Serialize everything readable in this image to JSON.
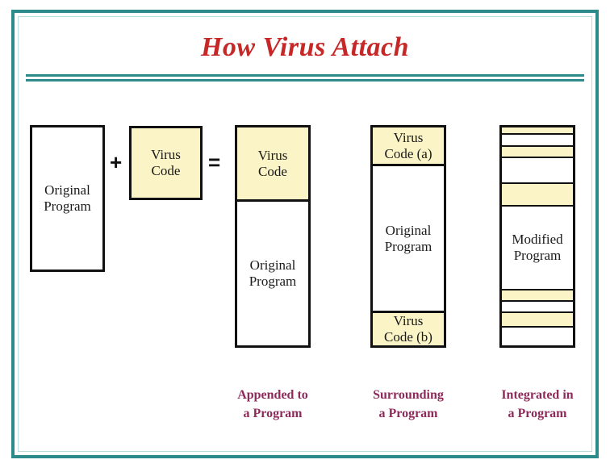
{
  "slide": {
    "title": "How Virus Attach",
    "title_color": "#c62828",
    "frame_color": "#2d8b8b",
    "rule_color": "#2d8b8b",
    "caption_color": "#8e2a5a",
    "virus_fill": "#faf4c6",
    "program_fill": "#ffffff",
    "outline_color": "#111111"
  },
  "operators": {
    "plus": "+",
    "equals": "="
  },
  "columns": [
    {
      "id": "original-program",
      "segments": [
        {
          "label": "Original\nProgram",
          "line1": "Original",
          "line2": "Program",
          "fill": "white"
        }
      ]
    },
    {
      "id": "virus-code",
      "segments": [
        {
          "label": "Virus\nCode",
          "line1": "Virus",
          "line2": "Code",
          "fill": "yellow"
        }
      ]
    },
    {
      "id": "appended",
      "caption_line1": "Appended to",
      "caption_line2": "a Program",
      "segments": [
        {
          "line1": "Virus",
          "line2": "Code",
          "fill": "yellow"
        },
        {
          "line1": "Original",
          "line2": "Program",
          "fill": "white"
        }
      ]
    },
    {
      "id": "surrounding",
      "caption_line1": "Surrounding",
      "caption_line2": "a Program",
      "segments": [
        {
          "line1": "Virus",
          "line2": "Code (a)",
          "fill": "yellow"
        },
        {
          "line1": "Original",
          "line2": "Program",
          "fill": "white"
        },
        {
          "line1": "Virus",
          "line2": "Code (b)",
          "fill": "yellow"
        }
      ]
    },
    {
      "id": "integrated",
      "caption_line1": "Integrated in",
      "caption_line2": "a Program",
      "segments": [
        {
          "line1": "",
          "line2": "",
          "fill": "yellow"
        },
        {
          "line1": "",
          "line2": "",
          "fill": "white"
        },
        {
          "line1": "",
          "line2": "",
          "fill": "yellow"
        },
        {
          "line1": "",
          "line2": "",
          "fill": "white"
        },
        {
          "line1": "",
          "line2": "",
          "fill": "yellow"
        },
        {
          "line1": "Modified",
          "line2": "Program",
          "fill": "white"
        },
        {
          "line1": "",
          "line2": "",
          "fill": "yellow"
        },
        {
          "line1": "",
          "line2": "",
          "fill": "white"
        },
        {
          "line1": "",
          "line2": "",
          "fill": "yellow"
        },
        {
          "line1": "",
          "line2": "",
          "fill": "white"
        }
      ]
    }
  ]
}
